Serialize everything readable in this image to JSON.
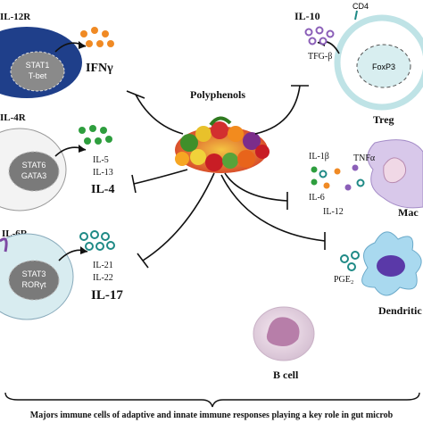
{
  "th1": {
    "receptor": "IL-12R",
    "tf1": "STAT1",
    "tf2": "T-bet",
    "cytokine": "IFNγ"
  },
  "th2": {
    "receptor": "IL-4R",
    "tf1": "STAT6",
    "tf2": "GATA3",
    "cyt1": "IL-5",
    "cyt2": "IL-13",
    "main": "IL-4"
  },
  "th17": {
    "receptor": "IL-6R",
    "tf1": "STAT3",
    "tf2": "RORγt",
    "cyt1": "IL-21",
    "cyt2": "IL-22",
    "main": "IL-17"
  },
  "treg": {
    "marker": "CD4",
    "cytokine_top": "IL-10",
    "cytokine": "TFG-β",
    "tf": "FoxP3",
    "name": "Treg"
  },
  "center": {
    "title": "Polyphenols"
  },
  "macrophage": {
    "c1": "IL-1β",
    "c2": "TNFα",
    "c3": "IL-6",
    "c4": "IL-12",
    "name": "Mac"
  },
  "dendritic": {
    "mediator": "PGE₂",
    "name": "Dendritic"
  },
  "bcell": {
    "name": "B cell"
  },
  "footer": {
    "caption": "Majors immune cells of adaptive and innate immune responses playing a key role in gut microb"
  },
  "colors": {
    "th1_cell": "#1f3f8a",
    "th_nucleus": "#6e6e6e",
    "treg_ring": "#bfe3e6",
    "macro": "#c9b6e0",
    "dendritic": "#5a39a8",
    "bcell": "#b77ea9",
    "dot_orange": "#f08a24",
    "dot_green": "#2e9e3e",
    "dot_purple": "#8b5fb8",
    "dot_teal": "#1f8a86"
  }
}
